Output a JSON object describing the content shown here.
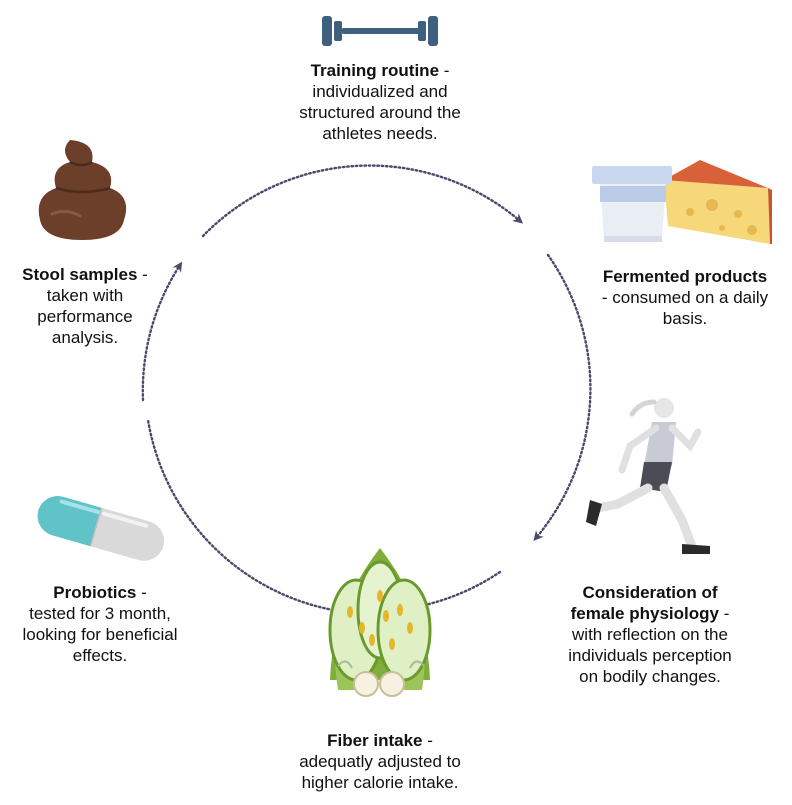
{
  "nodes": {
    "training": {
      "title": "Training routine",
      "sep": " -",
      "desc_lines": [
        "individualized and",
        "structured around the",
        "athletes needs."
      ],
      "icon": "dumbbell-icon"
    },
    "fermented": {
      "title": "Fermented products",
      "sep": " -",
      "desc_lines": [
        "consumed on a daily",
        "basis."
      ],
      "icon": "yogurt-cheese-icon"
    },
    "female": {
      "title_lines": [
        "Consideration of",
        "female physiology"
      ],
      "sep": " -",
      "desc_lines": [
        "with reflection on the",
        "individuals perception",
        "on bodily changes."
      ],
      "icon": "runner-icon"
    },
    "fiber": {
      "title": "Fiber intake",
      "sep": " -",
      "desc_lines": [
        "adequatly adjusted to",
        "higher calorie intake."
      ],
      "icon": "grain-icon"
    },
    "probiotics": {
      "title": "Probiotics",
      "sep": " -",
      "desc_lines": [
        "tested for 3 month,",
        "looking for beneficial",
        "effects."
      ],
      "icon": "capsule-icon"
    },
    "stool": {
      "title": "Stool samples",
      "sep": " -",
      "desc_lines": [
        "taken with",
        "performance",
        "analysis."
      ],
      "icon": "stool-icon"
    }
  },
  "colors": {
    "text": "#111111",
    "arrow": "#4a4a6a",
    "dumbbell": "#3f5f7f",
    "stool": "#6b3f2a",
    "capsule_teal": "#5fc3c8",
    "cheese": "#f6d77a",
    "cheese_rind": "#d9613a",
    "grain_green": "#7fae3a"
  }
}
